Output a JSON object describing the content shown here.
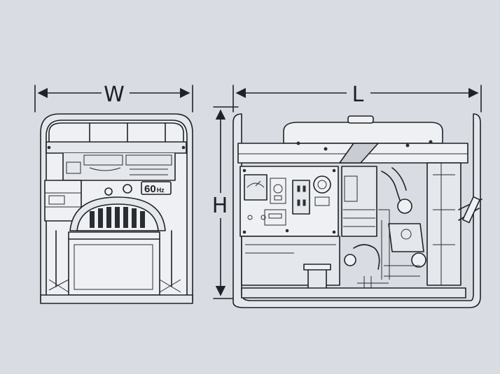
{
  "dimensions": {
    "width_label": "W",
    "length_label": "L",
    "height_label": "H"
  },
  "panel": {
    "frequency_value": "60",
    "frequency_unit": "Hz"
  },
  "colors": {
    "background": "#d9dde3",
    "line": "#1f2226"
  }
}
